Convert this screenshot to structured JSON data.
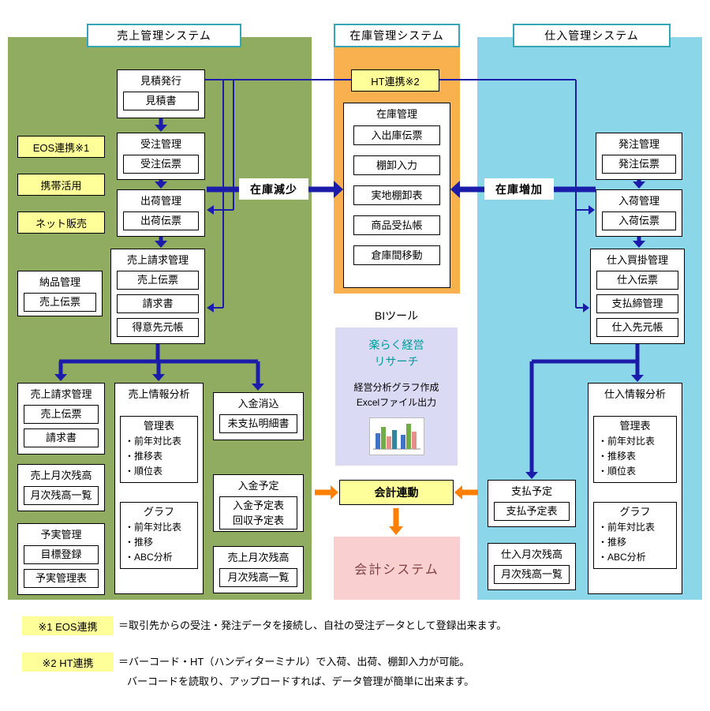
{
  "headers": {
    "sales": "売上管理システム",
    "inventory": "在庫管理システム",
    "purchase": "仕入管理システム"
  },
  "flow": {
    "decrease": "在庫減少",
    "increase": "在庫増加"
  },
  "sales": {
    "quote": {
      "title": "見積発行",
      "docs": [
        "見積書"
      ]
    },
    "order": {
      "title": "受注管理",
      "docs": [
        "受注伝票"
      ]
    },
    "ship": {
      "title": "出荷管理",
      "docs": [
        "出荷伝票"
      ]
    },
    "billing": {
      "title": "売上請求管理",
      "docs": [
        "売上伝票",
        "請求書",
        "得意先元帳"
      ]
    },
    "tags": [
      "EOS連携※1",
      "携帯活用",
      "ネット販売"
    ],
    "delivery": {
      "title": "納品管理",
      "docs": [
        "売上伝票"
      ]
    },
    "billing_lower": {
      "title": "売上請求管理",
      "docs": [
        "売上伝票",
        "請求書"
      ]
    },
    "monthly_left": {
      "title": "売上月次残高",
      "docs": [
        "月次残高一覧"
      ]
    },
    "plan": {
      "title": "予実管理",
      "docs": [
        "目標登録",
        "予実管理表"
      ]
    },
    "analysis": {
      "title": "売上情報分析",
      "table": {
        "title": "管理表",
        "items": [
          "・前年対比表",
          "・推移表",
          "・順位表"
        ]
      },
      "graph": {
        "title": "グラフ",
        "items": [
          "・前年対比表",
          "・推移",
          "・ABC分析"
        ]
      }
    },
    "clearing": {
      "title": "入金消込",
      "docs": [
        "未支払明細書"
      ]
    },
    "deposit": {
      "title": "入金予定",
      "lines": [
        "入金予定表",
        "回収予定表"
      ]
    },
    "monthly_lower": {
      "title": "売上月次残高",
      "docs": [
        "月次残高一覧"
      ]
    }
  },
  "inventory": {
    "ht": "HT連携※2",
    "stock": {
      "title": "在庫管理",
      "docs": [
        "入出庫伝票",
        "棚卸入力",
        "実地棚卸表",
        "商品受払帳",
        "倉庫間移動"
      ]
    },
    "bi": {
      "title": "BIツール",
      "product_line1": "楽らく経営",
      "product_line2": "リサーチ",
      "desc_line1": "経営分析グラフ作成",
      "desc_line2": "Excelファイル出力"
    },
    "accounting_link": "会計連動",
    "accounting_system": "会計システム"
  },
  "purchase": {
    "order": {
      "title": "発注管理",
      "docs": [
        "発注伝票"
      ]
    },
    "arrival": {
      "title": "入荷管理",
      "docs": [
        "入荷伝票"
      ]
    },
    "payable": {
      "title": "仕入買掛管理",
      "docs": [
        "仕入伝票",
        "支払締管理",
        "仕入先元帳"
      ]
    },
    "analysis": {
      "title": "仕入情報分析",
      "table": {
        "title": "管理表",
        "items": [
          "・前年対比表",
          "・推移表",
          "・順位表"
        ]
      },
      "graph": {
        "title": "グラフ",
        "items": [
          "・前年対比表",
          "・推移",
          "・ABC分析"
        ]
      }
    },
    "payment": {
      "title": "支払予定",
      "docs": [
        "支払予定表"
      ]
    },
    "monthly": {
      "title": "仕入月次残高",
      "docs": [
        "月次残高一覧"
      ]
    }
  },
  "notes": [
    {
      "tag": "※1 EOS連携",
      "line1": "＝取引先からの受注・発注データを接続し、自社の受注データとして登録出来ます。"
    },
    {
      "tag": "※2 HT連携",
      "line1": "＝バーコード・HT（ハンディターミナル）で入荷、出荷、棚卸入力が可能。",
      "line2": "バーコードを読取り、アップロードすれば、データ管理が簡単に出来ます。"
    }
  ],
  "colors": {
    "sales_bg": "#8fac60",
    "inventory_bg": "#f9b04e",
    "purchase_bg": "#8bd7e9",
    "highlight_yellow": "#ffff99",
    "bi_bg": "#dadaf4",
    "accounting_pink": "#f9cfcf",
    "arrow_blue": "#1c1caa",
    "arrow_orange": "#ff8000",
    "header_border": "#35a6b5",
    "brand_teal": "#009999"
  }
}
